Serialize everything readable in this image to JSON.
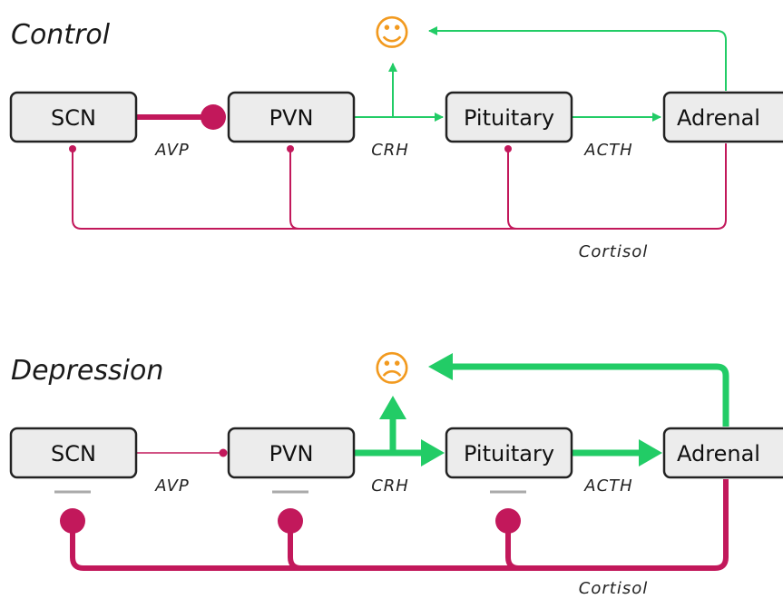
{
  "colors": {
    "stimulatory": "#22cc66",
    "inhibitory": "#c2185b",
    "face": "#f29a1f",
    "box_fill": "#ececec",
    "box_stroke": "#222222",
    "dash": "#aaaaaa"
  },
  "panels": [
    {
      "title": "Control",
      "mood_icon": "smiley-face-icon",
      "mood_glyph": "☺",
      "nodes": [
        "SCN",
        "PVN",
        "Pituitary",
        "Adrenal"
      ],
      "signals": {
        "avp": "AVP",
        "crh": "CRH",
        "acth": "ACTH",
        "cortisol": "Cortisol"
      }
    },
    {
      "title": "Depression",
      "mood_icon": "frowning-face-icon",
      "mood_glyph": "☹",
      "nodes": [
        "SCN",
        "PVN",
        "Pituitary",
        "Adrenal"
      ],
      "signals": {
        "avp": "AVP",
        "crh": "CRH",
        "acth": "ACTH",
        "cortisol": "Cortisol"
      }
    }
  ]
}
